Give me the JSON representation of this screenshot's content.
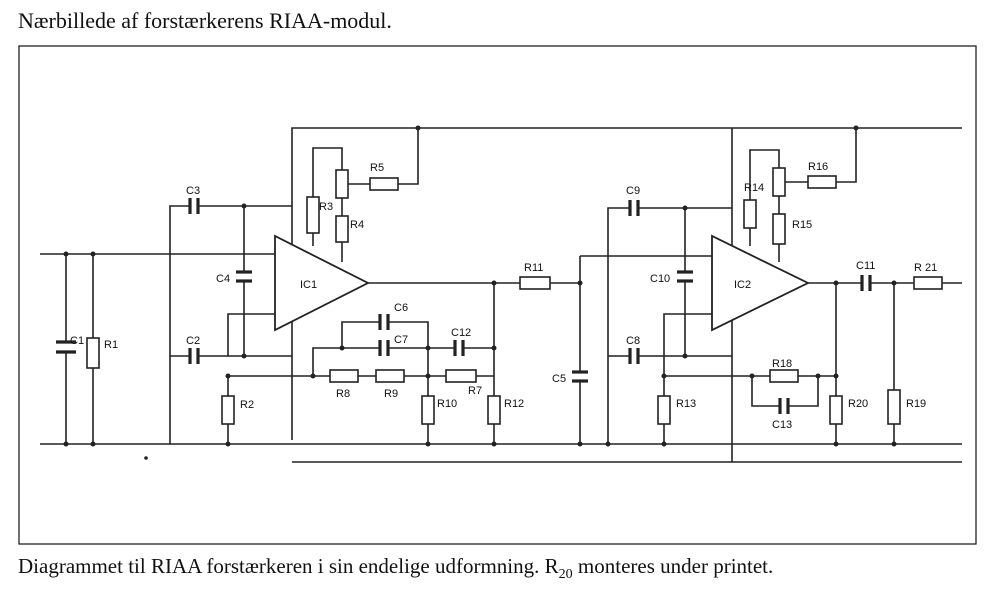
{
  "heading": "Nærbillede af forstærkerens RIAA-modul.",
  "caption": {
    "part1": "Diagrammet til RIAA forstærkeren i sin endelige udformning. R",
    "sub": "20",
    "part2": " monteres under printet."
  },
  "schematic": {
    "ics": [
      "IC1",
      "IC2"
    ],
    "resistors": [
      "R1",
      "R2",
      "R3",
      "R4",
      "R5",
      "R7",
      "R8",
      "R9",
      "R10",
      "R11",
      "R12",
      "R13",
      "R14",
      "R15",
      "R16",
      "R18",
      "R19",
      "R20",
      "R 21"
    ],
    "capacitors": [
      "C1",
      "C2",
      "C3",
      "C4",
      "C5",
      "C6",
      "C7",
      "C8",
      "C9",
      "C10",
      "C11",
      "C12",
      "C13"
    ]
  }
}
